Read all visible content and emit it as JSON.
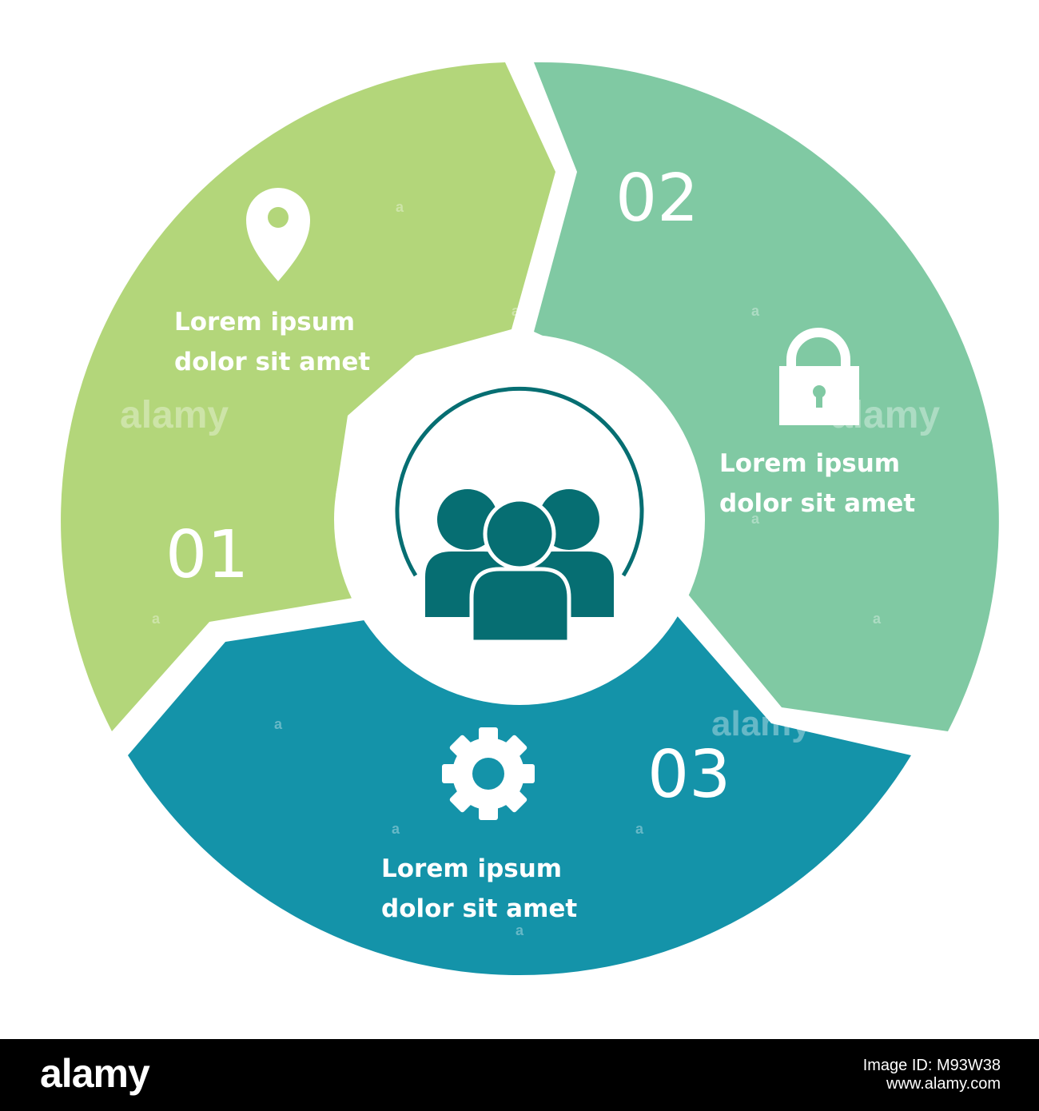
{
  "segments": [
    {
      "number": "01",
      "line1": "Lorem ipsum",
      "line2": "dolor sit amet",
      "icon": "map-pin-icon",
      "color": "#b3d67a"
    },
    {
      "number": "02",
      "line1": "Lorem ipsum",
      "line2": "dolor sit amet",
      "icon": "padlock-icon",
      "color": "#80c9a3"
    },
    {
      "number": "03",
      "line1": "Lorem ipsum",
      "line2": "dolor sit amet",
      "icon": "gear-icon",
      "color": "#1493a9"
    }
  ],
  "center": {
    "icon": "people-group-icon",
    "color": "#066e72"
  },
  "watermark": {
    "text": "alamy",
    "small_text": "a"
  },
  "footer": {
    "logo": "alamy",
    "image_id": "Image ID: M93W38",
    "url": "www.alamy.com"
  }
}
